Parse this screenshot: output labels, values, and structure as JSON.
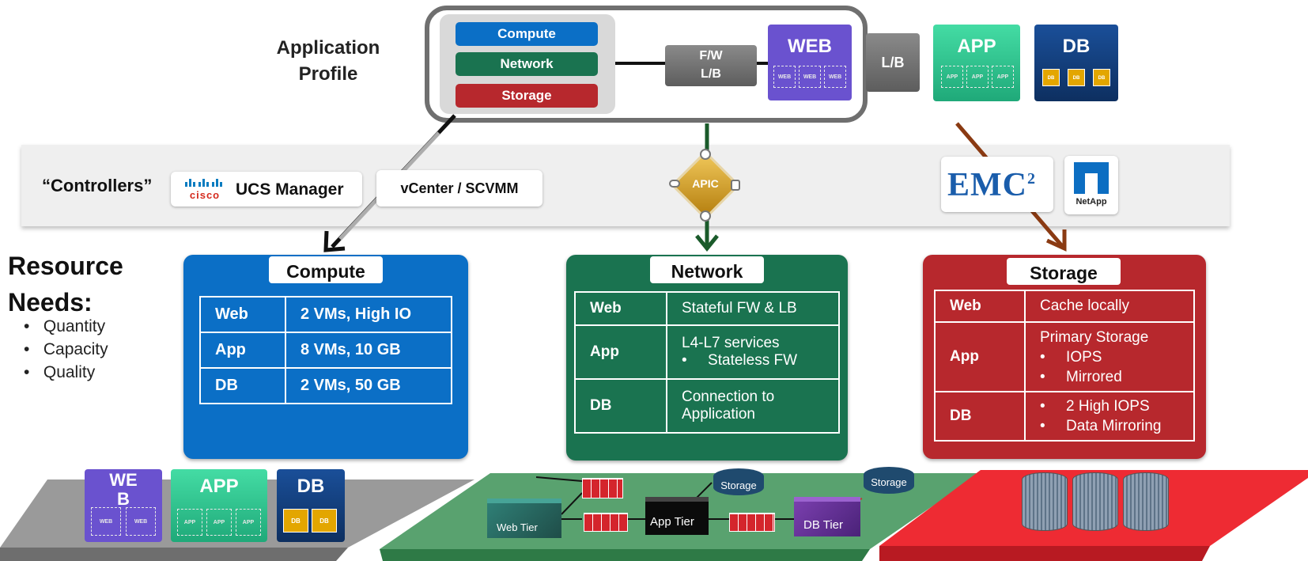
{
  "profile": {
    "title_line1": "Application",
    "title_line2": "Profile",
    "compute": "Compute",
    "network": "Network",
    "storage": "Storage",
    "fw_lb_line1": "F/W",
    "fw_lb_line2": "L/B",
    "web": "WEB",
    "web_mini": "WEB",
    "lb": "L/B",
    "app": "APP",
    "app_mini": "APP",
    "db": "DB",
    "db_mini": "DB"
  },
  "controllers": {
    "label": "“Controllers”",
    "cisco": "cisco",
    "ucs": "UCS Manager",
    "vcenter": "vCenter / SCVMM",
    "apic": "APIC",
    "emc": "EMC",
    "emc_sup": "2",
    "netapp": "NetApp"
  },
  "needs": {
    "title_line1": "Resource",
    "title_line2": "Needs:",
    "items": [
      "Quantity",
      "Capacity",
      "Quality"
    ]
  },
  "compute_panel": {
    "title": "Compute",
    "rows": [
      [
        "Web",
        "2 VMs, High IO"
      ],
      [
        "App",
        "8 VMs, 10 GB"
      ],
      [
        "DB",
        "2 VMs, 50 GB"
      ]
    ]
  },
  "network_panel": {
    "title": "Network",
    "web_label": "Web",
    "web_value": "Stateful FW & LB",
    "app_label": "App",
    "app_value": "L4-L7 services",
    "app_bullet": "Stateless FW",
    "db_label": "DB",
    "db_value_line1": "Connection to",
    "db_value_line2": "Application"
  },
  "storage_panel": {
    "title": "Storage",
    "web_label": "Web",
    "web_value": "Cache locally",
    "app_label": "App",
    "app_value": "Primary Storage",
    "app_bullets": [
      "IOPS",
      "Mirrored"
    ],
    "db_label": "DB",
    "db_bullets": [
      "2 High IOPS",
      "Data Mirroring"
    ]
  },
  "bottom": {
    "web_line1": "WE",
    "web_line2": "B",
    "web_mini": "WEB",
    "app": "APP",
    "app_mini": "APP",
    "db": "DB",
    "db_mini": "DB",
    "web_tier": "Web Tier",
    "app_tier": "App Tier",
    "db_tier": "DB Tier",
    "storage": "Storage"
  },
  "colors": {
    "compute_blue": "#0b6fc6",
    "network_green": "#1a7350",
    "storage_red": "#b7282d",
    "web_purple": "#6a52cf",
    "app_green": "#2cc98f",
    "db_navy": "#123d7a"
  }
}
